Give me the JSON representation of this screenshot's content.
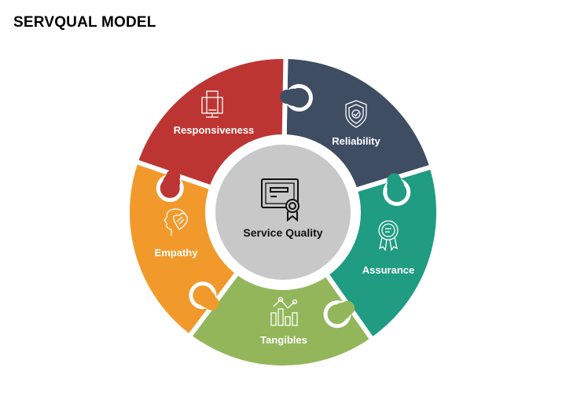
{
  "title": "SERVQUAL MODEL",
  "center": {
    "label": "Service Quality",
    "icon": "certificate-icon",
    "color": "#c8c8c8"
  },
  "segments": [
    {
      "label": "Responsiveness",
      "icon": "devices-icon",
      "color": "#3f4d63"
    },
    {
      "label": "Reliability",
      "icon": "shield-check-icon",
      "color": "#1f9c82"
    },
    {
      "label": "Assurance",
      "icon": "award-badge-icon",
      "color": "#93b65a"
    },
    {
      "label": "Tangibles",
      "icon": "chart-icon",
      "color": "#f19a2b"
    },
    {
      "label": "Empathy",
      "icon": "head-heart-icon",
      "color": "#bd3532"
    }
  ]
}
